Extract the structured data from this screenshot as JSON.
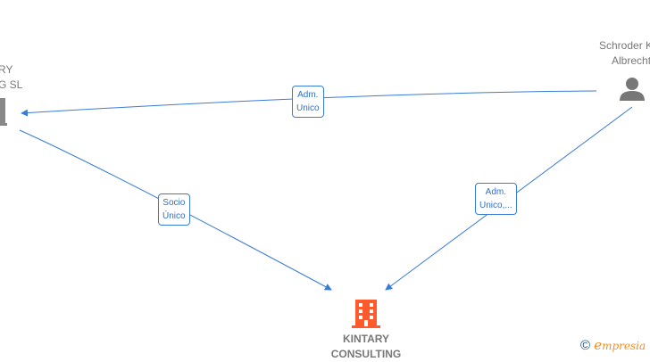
{
  "nodes": {
    "left": {
      "name_line1": "RY",
      "name_line2": "G  SL",
      "icon": "building-icon",
      "color": "#888888"
    },
    "person": {
      "name_line1": "Schroder K",
      "name_line2": "Albrecht",
      "icon": "person-icon",
      "color": "#777777"
    },
    "center": {
      "name_line1": "KINTARY",
      "name_line2": "CONSULTING",
      "icon": "building-icon",
      "color": "#ff5a2b"
    }
  },
  "edges": [
    {
      "line1": "Adm.",
      "line2": "Unico"
    },
    {
      "line1": "Socio",
      "line2": "Único"
    },
    {
      "line1": "Adm.",
      "line2": "Unico,..."
    }
  ],
  "brand": {
    "copyright": "©",
    "name": "mpresia",
    "initial": "e"
  },
  "colors": {
    "edge": "#3a7bd5"
  }
}
